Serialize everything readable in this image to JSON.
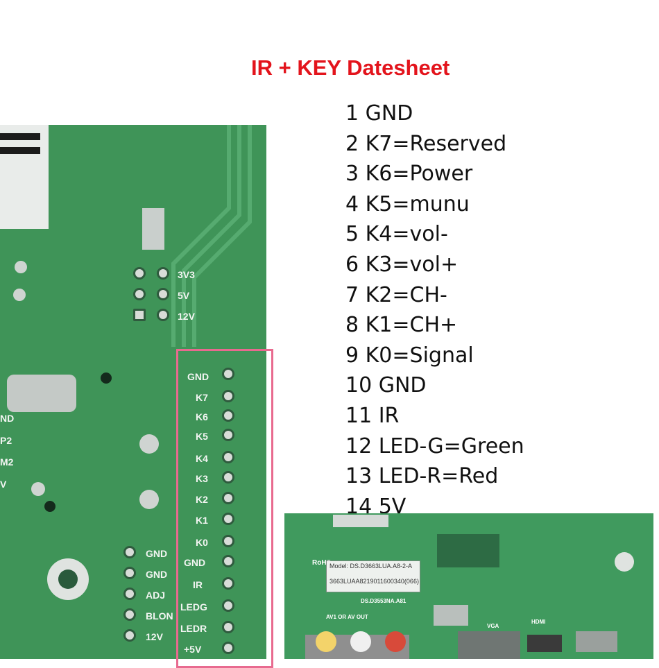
{
  "title": "IR + KEY Datesheet",
  "pins": [
    "1 GND",
    "2 K7=Reserved",
    "3 K6=Power",
    "4 K5=munu",
    "5 K4=vol-",
    "6 K3=vol+",
    "7 K2=CH-",
    "8 K1=CH+",
    "9 K0=Signal",
    "10 GND",
    "11 IR",
    "12 LED-G=Green",
    "13 LED-R=Red",
    "14 5V"
  ],
  "board": {
    "header_labels": [
      "GND",
      "K7",
      "K6",
      "K5",
      "K4",
      "K3",
      "K2",
      "K1",
      "K0",
      "GND",
      "IR",
      "LEDG",
      "LEDR",
      "+5V"
    ],
    "power_labels": [
      "3V3",
      "5V",
      "12V"
    ],
    "left_header_labels": [
      "GND",
      "GND",
      "ADJ",
      "BLON",
      "12V"
    ],
    "side_labels": [
      "ND",
      "P2",
      "M2",
      "V"
    ],
    "model_text": "Model: DS.D3663LUA.A8-2-A",
    "serial_text": "3663LUAA8219011600340(066)",
    "sub_label": "DS.D3553NA.A81",
    "rohs": "RoHS",
    "av_label": "AV1 OR AV OUT",
    "vga_label": "VGA",
    "hdmi_label": "HDMI"
  },
  "colors": {
    "title": "#e3141c",
    "pcb": "#3f9458",
    "highlight": "#e86a8f"
  }
}
